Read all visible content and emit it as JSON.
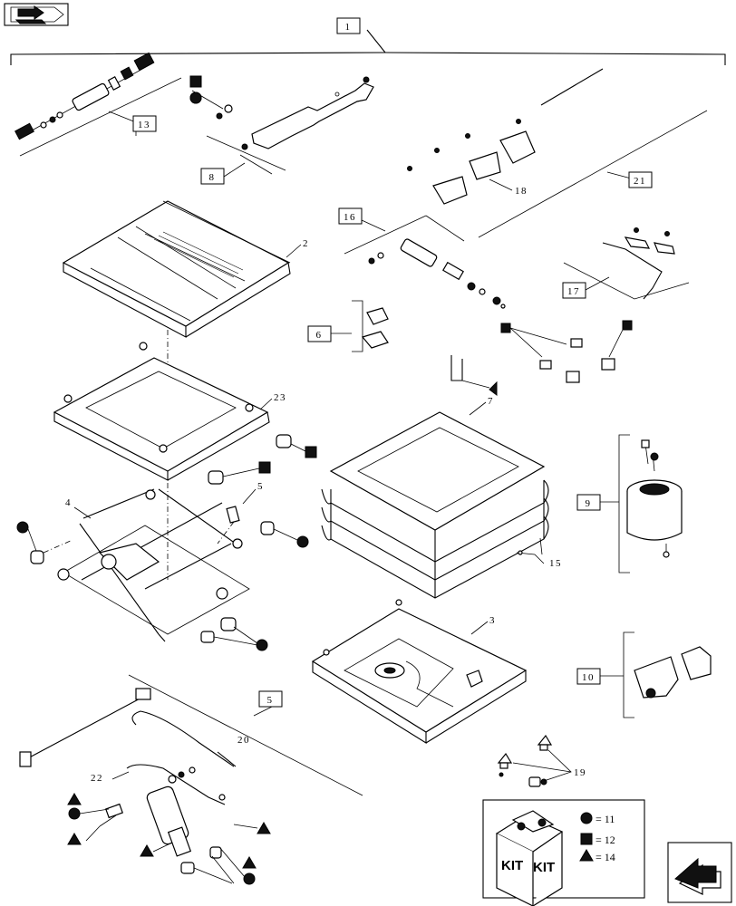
{
  "diagram": {
    "callouts": {
      "c1": "1",
      "c13": "13",
      "c8": "8",
      "c16": "16",
      "c21": "21",
      "c6": "6",
      "c17": "17",
      "c9": "9",
      "c10": "10",
      "c5": "5"
    },
    "refs": {
      "r2": "2",
      "r18": "18",
      "r23": "23",
      "r7": "7",
      "r4": "4",
      "r5": "5",
      "r15": "15",
      "r3": "3",
      "r20": "20",
      "r22": "22",
      "r19": "19"
    },
    "legend": {
      "circle": "= 11",
      "square": "= 12",
      "triangle": "= 14",
      "kit_left": "KIT",
      "kit_right": "KIT"
    },
    "icons": {
      "top_left": "book-arrow-icon",
      "bottom_right": "next-page-arrow-icon"
    }
  }
}
